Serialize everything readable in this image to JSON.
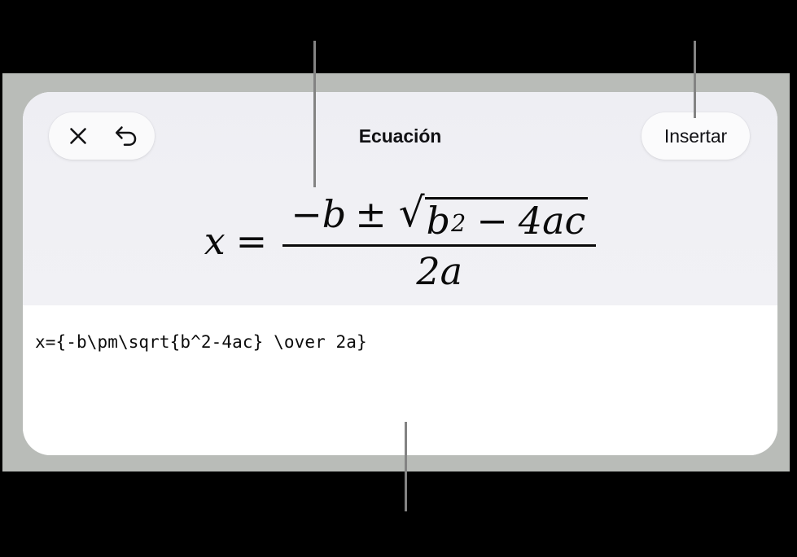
{
  "window": {
    "background_color": "#000000",
    "frame_color": "#b9bcb8"
  },
  "panel": {
    "title": "Ecuación",
    "preview_background": "#f0f0f4",
    "editor_background": "#ffffff"
  },
  "toolbar": {
    "close_icon": "close-icon",
    "undo_icon": "undo-icon",
    "insert_label": "Insertar"
  },
  "formula": {
    "latex_source": "x={-b\\pm\\sqrt{b^2-4ac} \\over 2a}",
    "rendered": {
      "lhs_variable": "x",
      "equals": "=",
      "numerator": {
        "minus": "−",
        "b": "b",
        "plus_minus": "±",
        "radical_sign": "√",
        "radicand_base": "b",
        "radicand_exponent": "2",
        "radicand_minus": "−",
        "radicand_coefficient": "4",
        "radicand_a": "a",
        "radicand_c": "c"
      },
      "denominator_coefficient": "2",
      "denominator_variable": "a"
    }
  },
  "callouts": {
    "top_left": "",
    "top_right": "",
    "bottom": "",
    "line_color": "#838383"
  }
}
